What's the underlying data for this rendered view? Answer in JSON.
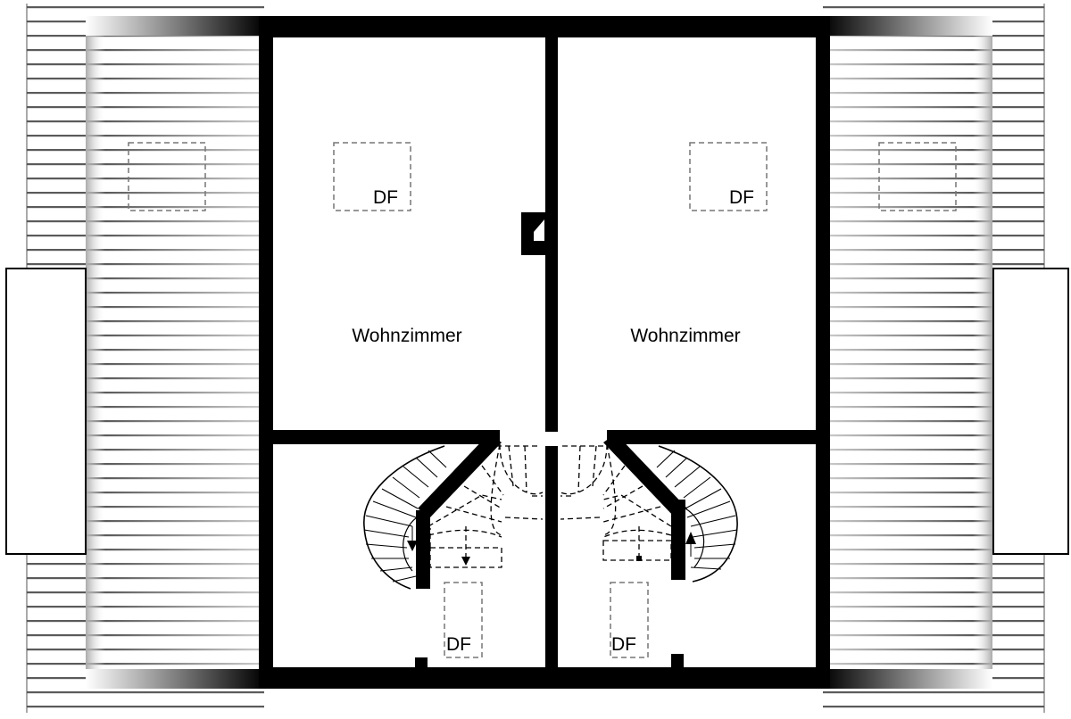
{
  "rooms": [
    {
      "label": "Wohnzimmer"
    },
    {
      "label": "Wohnzimmer"
    }
  ],
  "skylights": [
    {
      "label": "DF"
    },
    {
      "label": "DF"
    },
    {
      "label": "DF"
    },
    {
      "label": "DF"
    },
    {
      "label": ""
    },
    {
      "label": ""
    }
  ],
  "colors": {
    "wall": "#000000",
    "roof_line": "#555555",
    "dashed": "#777777",
    "stair": "#000000"
  }
}
